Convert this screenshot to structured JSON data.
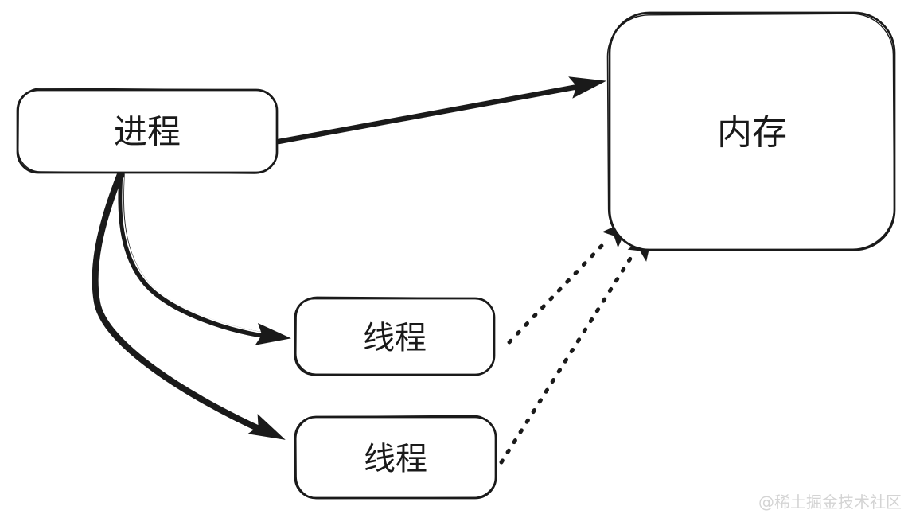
{
  "diagram": {
    "type": "hand-drawn concept diagram (process / thread / memory relationship)",
    "nodes": {
      "process": {
        "label": "进程"
      },
      "memory": {
        "label": "内存"
      },
      "thread1": {
        "label": "线程"
      },
      "thread2": {
        "label": "线程"
      }
    },
    "edges": [
      {
        "from": "进程",
        "to": "内存",
        "style": "solid straight arrow"
      },
      {
        "from": "进程",
        "to": "线程 (upper)",
        "style": "solid curved arrow"
      },
      {
        "from": "进程",
        "to": "线程 (lower)",
        "style": "solid curved arrow"
      },
      {
        "from": "线程 (upper)",
        "to": "内存",
        "style": "dotted arrow"
      },
      {
        "from": "线程 (lower)",
        "to": "内存",
        "style": "dotted arrow"
      }
    ],
    "colors": {
      "stroke": "#1a1a1a",
      "background": "#ffffff",
      "watermark": "#d4d4d4"
    }
  },
  "watermark": {
    "text": "@稀土掘金技术社区"
  }
}
